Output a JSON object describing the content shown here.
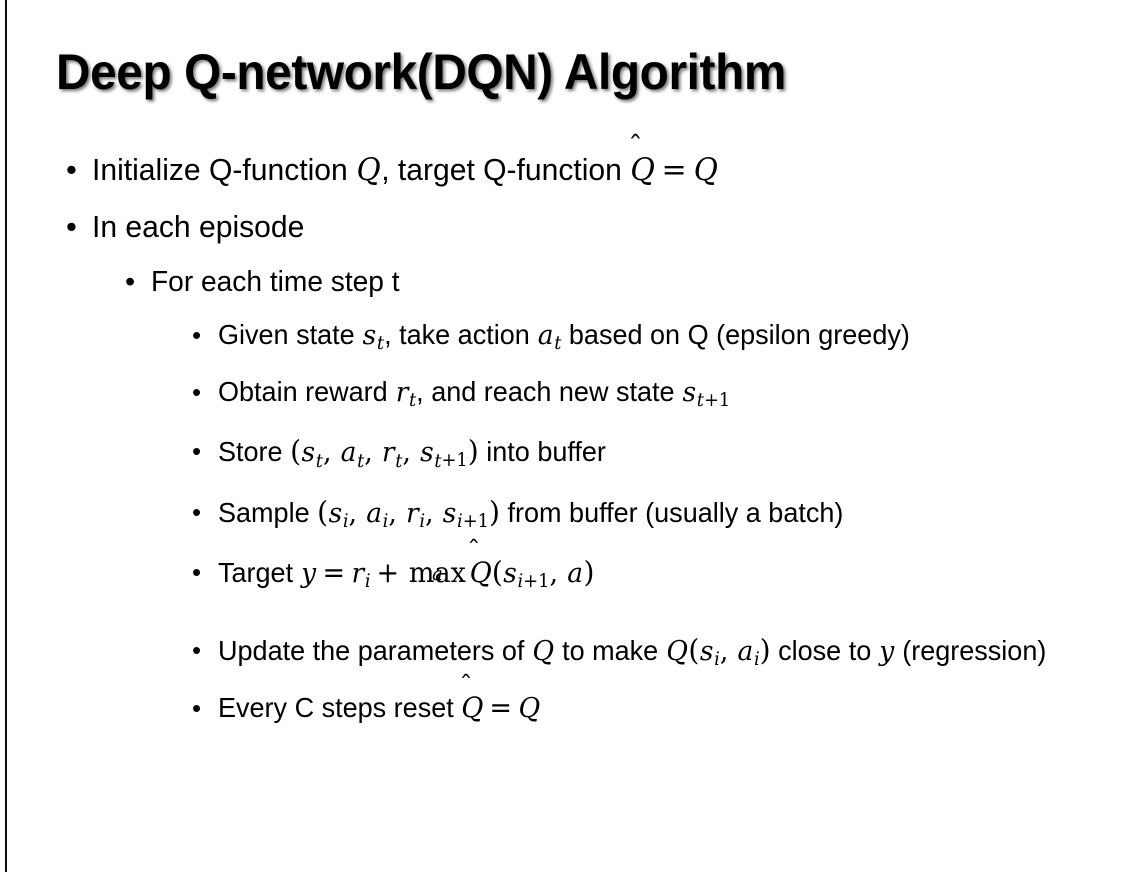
{
  "slide": {
    "title": "Deep Q-network(DQN) Algorithm",
    "background_color": "#ffffff",
    "text_color": "#000000",
    "accent_rule_color": "#0d0d0d",
    "bullet_glyph": "•"
  },
  "content": {
    "bullet1": {
      "level": 1,
      "segments": {
        "t1": "Initialize Q-function ",
        "m1": "Q",
        "t2": ", target Q-function ",
        "m2": "Q",
        "hat": "̂",
        "rel": "=",
        "m3": "Q"
      },
      "plain": "Initialize Q-function Q, target Q-function Q̂ = Q"
    },
    "bullet2": {
      "level": 1,
      "text": "In each episode"
    },
    "bullet3": {
      "level": 2,
      "text": "For each time step t"
    },
    "bullet4": {
      "level": 3,
      "segments": {
        "t1": "Given state ",
        "s": "s",
        "s_sub": "t",
        "t2": ", take action ",
        "a": "a",
        "a_sub": "t",
        "t3": " based on Q (epsilon greedy)"
      },
      "plain": "Given state sₜ, take action aₜ based on Q (epsilon greedy)"
    },
    "bullet5": {
      "level": 3,
      "segments": {
        "t1": "Obtain reward ",
        "r": "r",
        "r_sub": "t",
        "t2": ", and reach new state ",
        "s": "s",
        "s_sub_i": "t",
        "s_sub_plus": "+1"
      },
      "plain": "Obtain reward rₜ, and reach new state sₜ₊₁"
    },
    "bullet6": {
      "level": 3,
      "segments": {
        "t1": "Store ",
        "open": "(",
        "s": "s",
        "s_sub": "t",
        "c1": ", ",
        "a": "a",
        "a_sub": "t",
        "c2": ", ",
        "r": "r",
        "r_sub": "t",
        "c3": ", ",
        "s2": "s",
        "s2_sub": "t",
        "s2_sub_plus": "+1",
        "close": ")",
        "t2": " into buffer"
      },
      "plain": "Store (sₜ, aₜ, rₜ, sₜ₊₁) into buffer"
    },
    "bullet7": {
      "level": 3,
      "segments": {
        "t1": "Sample ",
        "open": "(",
        "s": "s",
        "s_sub": "i",
        "c1": ", ",
        "a": "a",
        "a_sub": "i",
        "c2": ", ",
        "r": "r",
        "r_sub": "i",
        "c3": ", ",
        "s2": "s",
        "s2_sub": "i",
        "s2_sub_plus": "+1",
        "close": ")",
        "t2": " from buffer (usually a batch)"
      },
      "plain": "Sample (sᵢ, aᵢ, rᵢ, sᵢ₊₁) from buffer (usually a batch)"
    },
    "bullet8": {
      "level": 3,
      "segments": {
        "t1": "Target ",
        "y": "y",
        "rel": "=",
        "r": "r",
        "r_sub": "i",
        "plus": "+",
        "maxop": "max",
        "maxsub": "a",
        "Qhat": "Q",
        "hat": "̂",
        "open": "(",
        "s": "s",
        "s_sub": "i",
        "s_sub_plus": "+1",
        "c1": ", ",
        "a": "a",
        "close": ")"
      },
      "plain": "Target y = rᵢ + maxₐ Q̂(sᵢ₊₁, a)"
    },
    "bullet9": {
      "level": 3,
      "segments": {
        "t1": "Update the parameters of ",
        "Q1": "Q",
        "t2": " to make ",
        "Q2": "Q",
        "open": "(",
        "s": "s",
        "s_sub": "i",
        "c1": ", ",
        "a": "a",
        "a_sub": "i",
        "close": ")",
        "t3": " close to ",
        "y": "y",
        "t4": " (regression)"
      },
      "plain": "Update the parameters of Q to make Q(sᵢ, aᵢ) close to y (regression)"
    },
    "bullet10": {
      "level": 3,
      "segments": {
        "t1": "Every C steps reset ",
        "Qhat": "Q",
        "hat": "̂",
        "rel": "=",
        "Q": "Q"
      },
      "plain": "Every C steps reset Q̂ = Q"
    }
  }
}
